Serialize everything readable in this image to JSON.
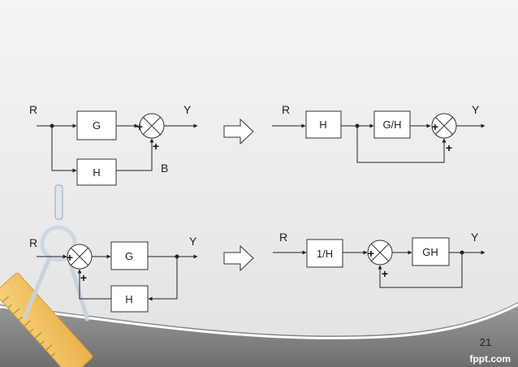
{
  "slide": {
    "page_number": "21",
    "brand": "fppt.com"
  },
  "diagram_top_left": {
    "input": "R",
    "output": "Y",
    "blocks": [
      "G",
      "H"
    ],
    "signs": [
      "+",
      "+"
    ],
    "signal_label": "B"
  },
  "diagram_top_right": {
    "input": "R",
    "output": "Y",
    "blocks": [
      "H",
      "G/H"
    ],
    "signs": [
      "+",
      "+"
    ]
  },
  "diagram_bottom_left": {
    "input": "R",
    "output": "Y",
    "blocks": [
      "G",
      "H"
    ],
    "signs": [
      "+",
      "+"
    ]
  },
  "diagram_bottom_right": {
    "input": "R",
    "output": "Y",
    "blocks": [
      "1/H",
      "GH"
    ],
    "signs": [
      "+",
      "+"
    ]
  },
  "colors": {
    "line": "#222222",
    "arrow_fill": "#ffffff",
    "ruler": "#f2c460",
    "footer_band": "#8a8a8a"
  }
}
